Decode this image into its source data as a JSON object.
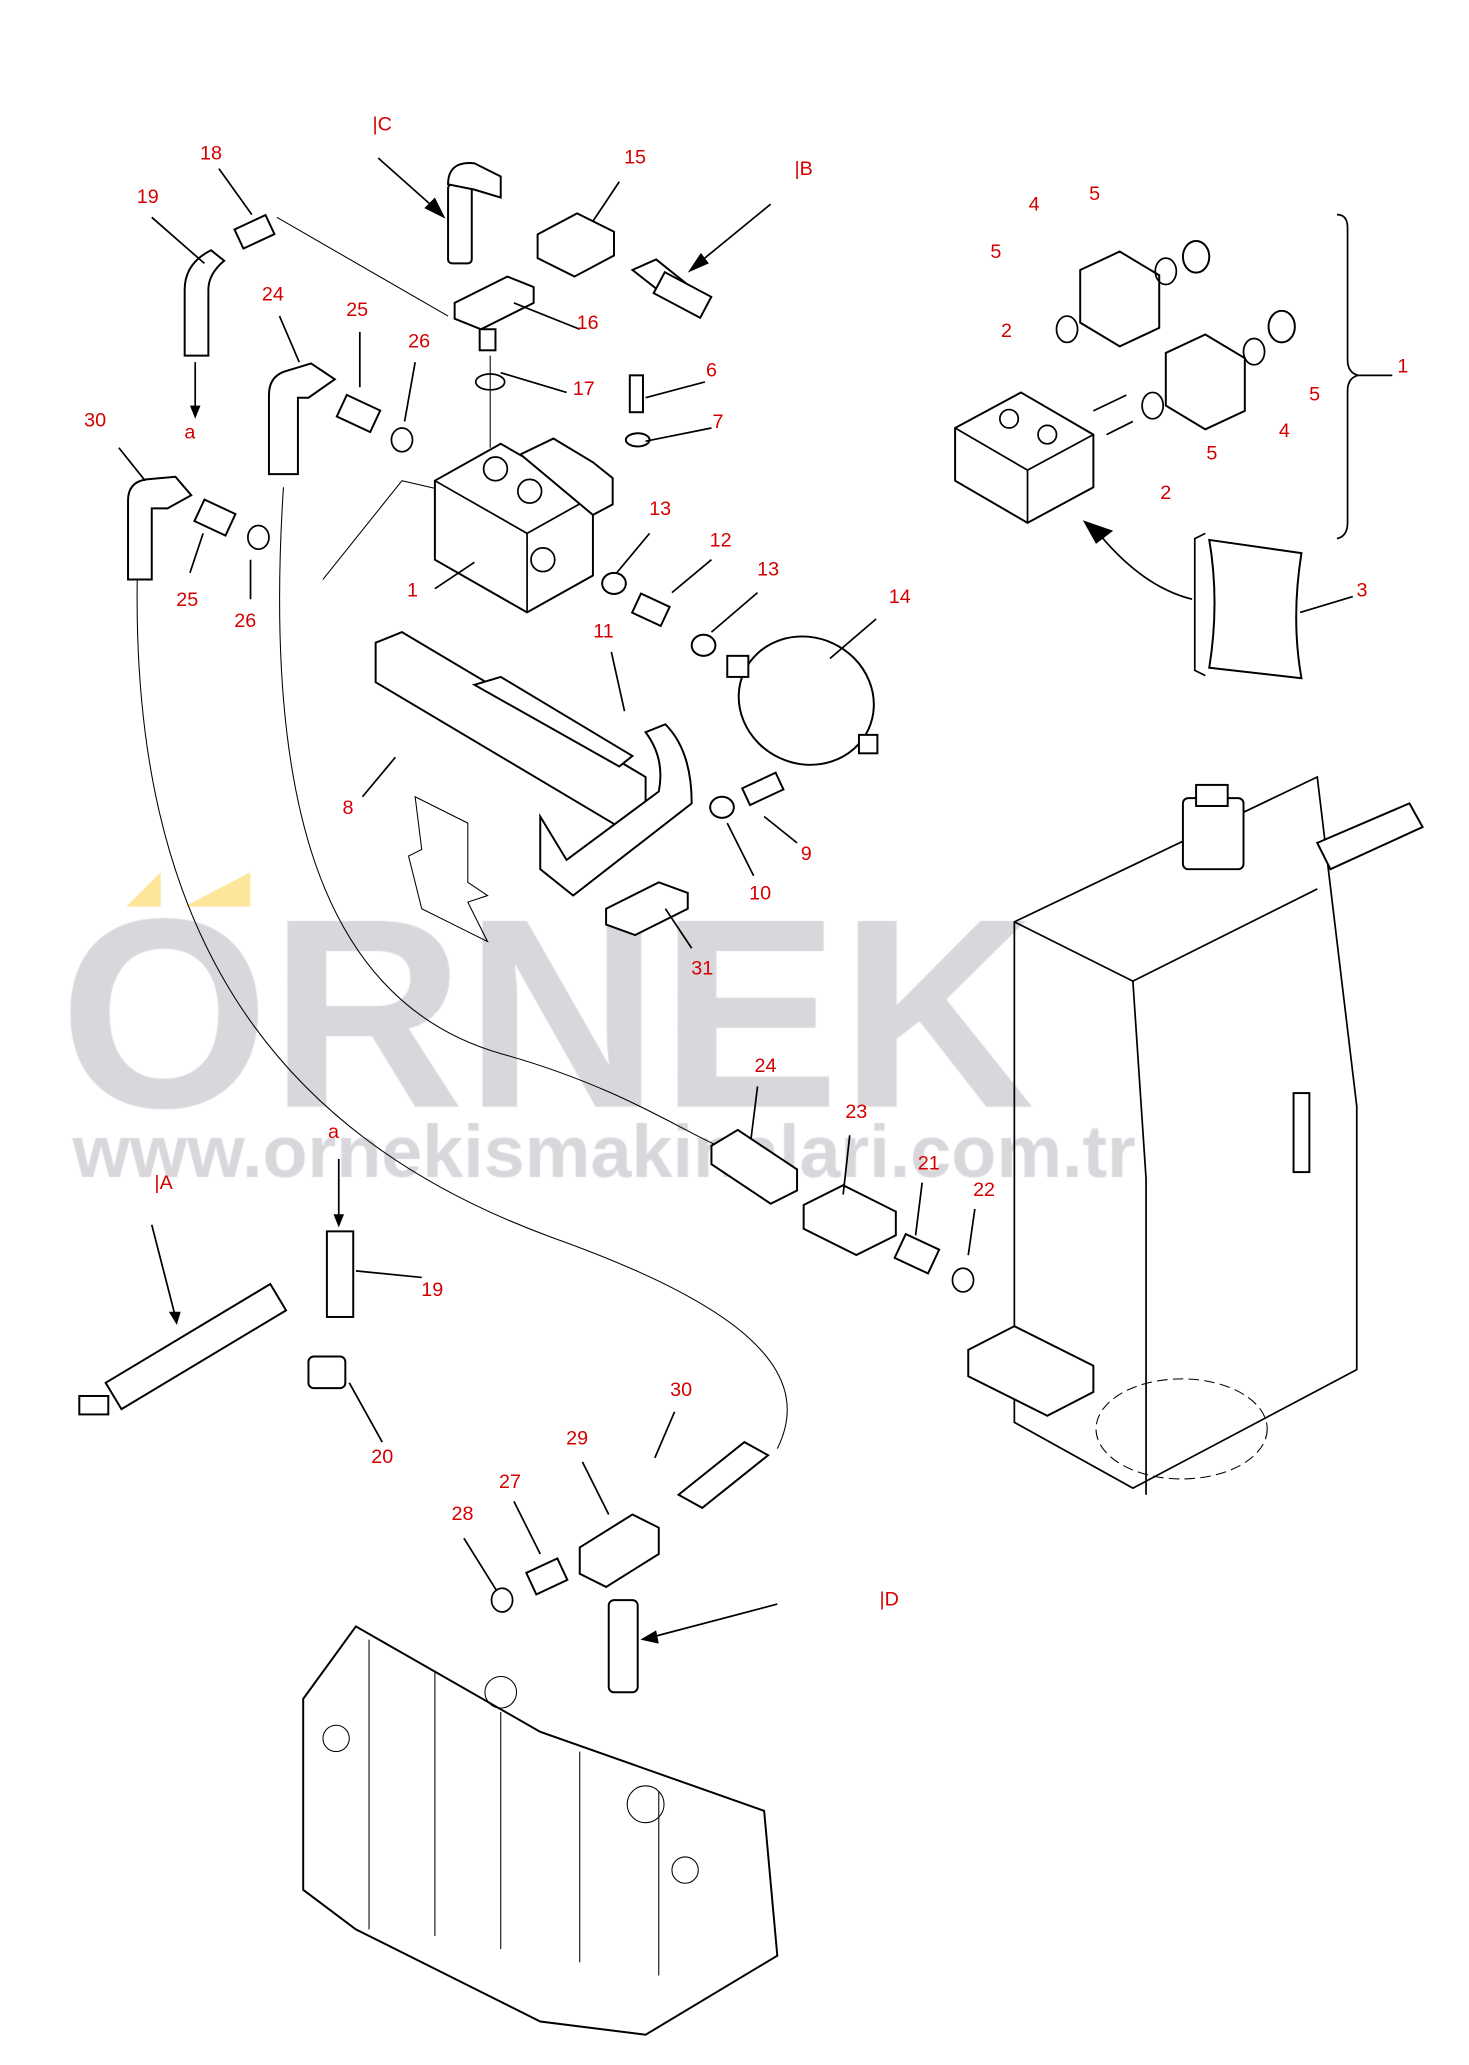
{
  "watermark": {
    "brand": "ÖRNEK",
    "url": "www.ornekismakinalari.com.tr",
    "accent_color": "#fde69a",
    "text_color": "#d9d7dc"
  },
  "label_color": "#d40000",
  "view_refs": {
    "A": "|A",
    "B": "|B",
    "C": "|C",
    "D": "|D",
    "a_top": "a",
    "a_bottom": "a"
  },
  "callouts": {
    "c18": "18",
    "c15": "15",
    "c19a": "19",
    "c24a": "24",
    "c25a": "25",
    "c26a": "26",
    "c16": "16",
    "c6": "6",
    "c17": "17",
    "c7": "7",
    "c30a": "30",
    "c1": "1",
    "c13a": "13",
    "c12": "12",
    "c13b": "13",
    "c25b": "25",
    "c26b": "26",
    "c11": "11",
    "c14": "14",
    "c8": "8",
    "c9": "9",
    "c10": "10",
    "c31": "31",
    "c24b": "24",
    "c23": "23",
    "c21": "21",
    "c22": "22",
    "c19b": "19",
    "c20": "20",
    "c30b": "30",
    "c29": "29",
    "c27": "27",
    "c28": "28"
  },
  "inset_callouts": {
    "i4a": "4",
    "i5a": "5",
    "i5b": "5",
    "i2a": "2",
    "i1": "1",
    "i5c": "5",
    "i4b": "4",
    "i5d": "5",
    "i2b": "2",
    "i3": "3"
  }
}
